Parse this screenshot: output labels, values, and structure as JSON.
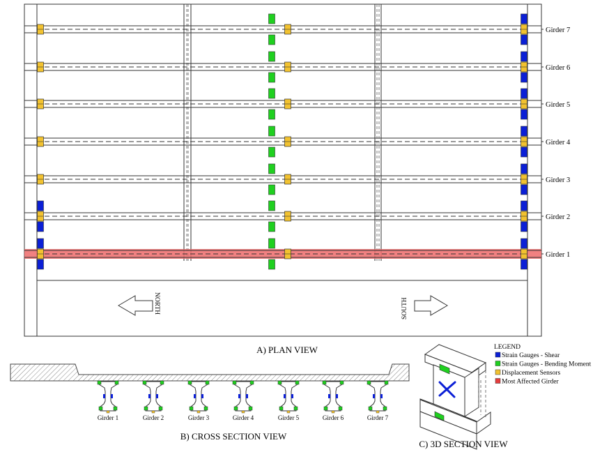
{
  "plan_view": {
    "caption": "A) PLAN VIEW",
    "girders": [
      "Girder 7",
      "Girder 6",
      "Girder 5",
      "Girder 4",
      "Girder 3",
      "Girder 2",
      "Girder 1"
    ],
    "most_affected_girder": "Girder 1",
    "north_label": "NORTH",
    "south_label": "SOUTH"
  },
  "cross_section": {
    "caption": "B) CROSS SECTION VIEW",
    "girders": [
      "Girder 1",
      "Girder 2",
      "Girder 3",
      "Girder 4",
      "Girder 5",
      "Girder 6",
      "Girder 7"
    ]
  },
  "section_3d": {
    "caption": "C) 3D SECTION VIEW"
  },
  "legend": {
    "title": "LEGEND",
    "items": [
      {
        "label": "Strain Gauges - Shear",
        "color": "#0b1fd6"
      },
      {
        "label": "Strain Gauges - Bending Moment",
        "color": "#1fd01f"
      },
      {
        "label": "Displacement Sensors",
        "color": "#f2c230"
      },
      {
        "label": "Most Affected Girder",
        "color": "#e63c3c"
      }
    ]
  },
  "colors": {
    "shear": "#0b1fd6",
    "bending": "#1fd01f",
    "displacement": "#f2c230",
    "affected": "#ef6b6b"
  }
}
